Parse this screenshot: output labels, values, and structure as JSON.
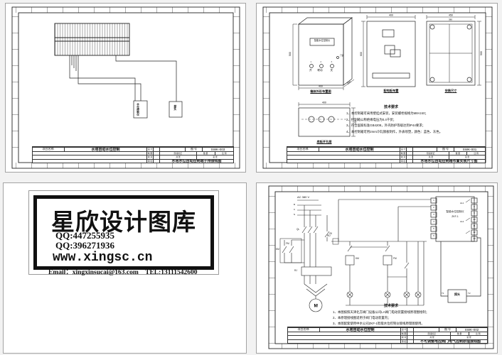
{
  "watermark": {
    "name": "星欣设计图库",
    "qq1": "QQ:447255935",
    "qq2": "QQ:396271936",
    "site": "www.xingsc.cn",
    "contact": "Email：xingxinsucai@163.com    TEL:13111542600"
  },
  "titleblock": {
    "project_label": "项目名称:",
    "no_label": "图 号",
    "roles": [
      "设 计",
      "制 图",
      "校 对",
      "审 核"
    ],
    "stage_cells": [
      "阶段标记",
      "数 量",
      "比 例"
    ],
    "count_cells": [
      "共 张",
      "第 张"
    ]
  },
  "sheets": {
    "tl": {
      "project": "水塔自动水位控制",
      "number": "SWK-003",
      "title": "水塔水位自动控制端子排接线图",
      "box1": "水位控制仪",
      "box2": "探头"
    },
    "tr": {
      "project": "水塔自动水位控制",
      "number": "SWK-001",
      "title": "水塔水位自动控制箱布置安装尺寸图",
      "captions": {
        "cabinet": "箱体外形布置图",
        "board": "配电板布置",
        "install": "安装尺寸",
        "plate": "底板开孔图"
      },
      "cabinet": {
        "display": "智能水位控制仪",
        "buttons": [
          "开",
          "联动",
          "关"
        ],
        "nums": [
          "1",
          "2",
          "3"
        ],
        "lock": "门锁",
        "dim_h": "500",
        "dim_w": "400",
        "dim_d": "250"
      },
      "board": {
        "dim_w": "400",
        "dim_h": "600"
      },
      "install": {
        "dim_w": "450",
        "dim_inner": "380",
        "dim_h": "500"
      },
      "plate": {
        "dim_w": "400",
        "dim_h": "150"
      },
      "notes": {
        "heading": "技术要求",
        "items": [
          "1、本控制箱可采用壁挂式安装，安装螺栓规格为M8×240；",
          "2、控制箱公称绝缘电压为0.4千伏；",
          "3、符合国家标准GB4208，外壳防护等级达到IP44要求；",
          "4、本控制箱可用2mm冷轧钢板制作，外表喷塑，颜色：蓝色、灰色。"
        ]
      }
    },
    "br": {
      "project": "水塔自动水位控制",
      "number": "SWK-002",
      "title": "不可调整电控阀门电气控制原理接线图",
      "power": "AC 380 V",
      "phases": [
        "B",
        "C",
        "N"
      ],
      "labels": {
        "ql": "QL",
        "km": "KM",
        "fm": "FM",
        "rj": "RJ",
        "zk": "ZK",
        "ru": "RU",
        "km_coil": "KM",
        "fm_coil": "FM"
      },
      "motor": "M",
      "controller": {
        "name": "智能水位控制仪",
        "model": "ZKF-1",
        "left": [
          "1",
          "2",
          "3",
          "4",
          "5",
          "6"
        ],
        "right": [
          "7",
          "8",
          "9",
          "10",
          "11",
          "12",
          "13"
        ],
        "al1": "AL1",
        "al2": "AL2"
      },
      "probe": {
        "label": "探头",
        "t1": "T1",
        "t2": "T2"
      },
      "notes": {
        "heading": "技术要求",
        "items": [
          "1、本图按照天津北方阀门设备公司LA阀门电动装置接线原理图绘制；",
          "2、本原理接线图适用于阀门电动装置内；",
          "3、本图配套使用中水公司ZKF-1智能水位控制仪接线原理图使用。"
        ]
      }
    }
  }
}
